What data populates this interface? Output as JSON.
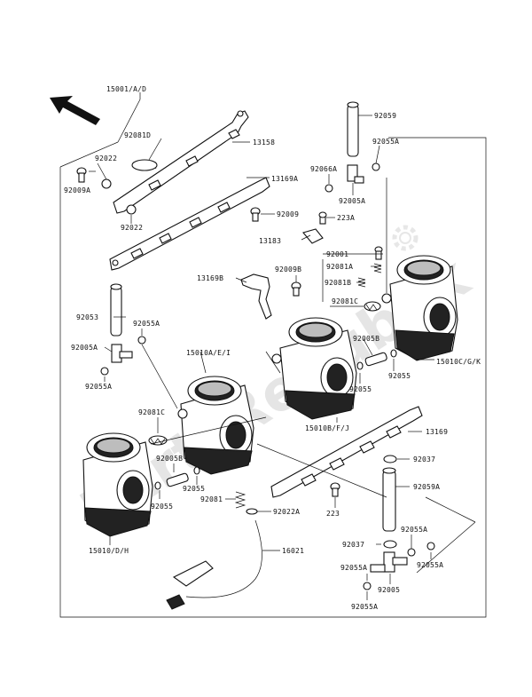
{
  "watermark": "PartsRepublik",
  "labels": {
    "l15001": "15001/A/D",
    "l92081D": "92081D",
    "l13158": "13158",
    "l92022a": "92022",
    "l92009A": "92009A",
    "l92022b": "92022",
    "l13169A": "13169A",
    "l92059": "92059",
    "l92055A_1": "92055A",
    "l92066A": "92066A",
    "l92005A_1": "92005A",
    "l92009": "92009",
    "l223A": "223A",
    "l13183": "13183",
    "l92001": "92001",
    "l92081A": "92081A",
    "l13169B": "13169B",
    "l92009B": "92009B",
    "l92081B": "92081B",
    "l92081C_1": "92081C",
    "l92053": "92053",
    "l92055A_2": "92055A",
    "l92005A_2": "92005A",
    "l92055A_3": "92055A",
    "l15010AEI": "15010A/E/I",
    "l92005B_1": "92005B",
    "l15010CGK": "15010C/G/K",
    "l92055_1": "92055",
    "l92055_2": "92055",
    "l15010BFJ": "15010B/F/J",
    "l13169": "13169",
    "l92081C_2": "92081C",
    "l92037_1": "92037",
    "l92005B_2": "92005B",
    "l92055_3": "92055",
    "l92055_4": "92055",
    "l92059A": "92059A",
    "l92081": "92081",
    "l92022A": "92022A",
    "l223": "223",
    "l15010DH": "15010/D/H",
    "l16021": "16021",
    "l92037_2": "92037",
    "l92055A_4": "92055A",
    "l92055A_5": "92055A",
    "l92055A_6": "92055A",
    "l92005": "92005",
    "l92055A_7": "92055A"
  }
}
